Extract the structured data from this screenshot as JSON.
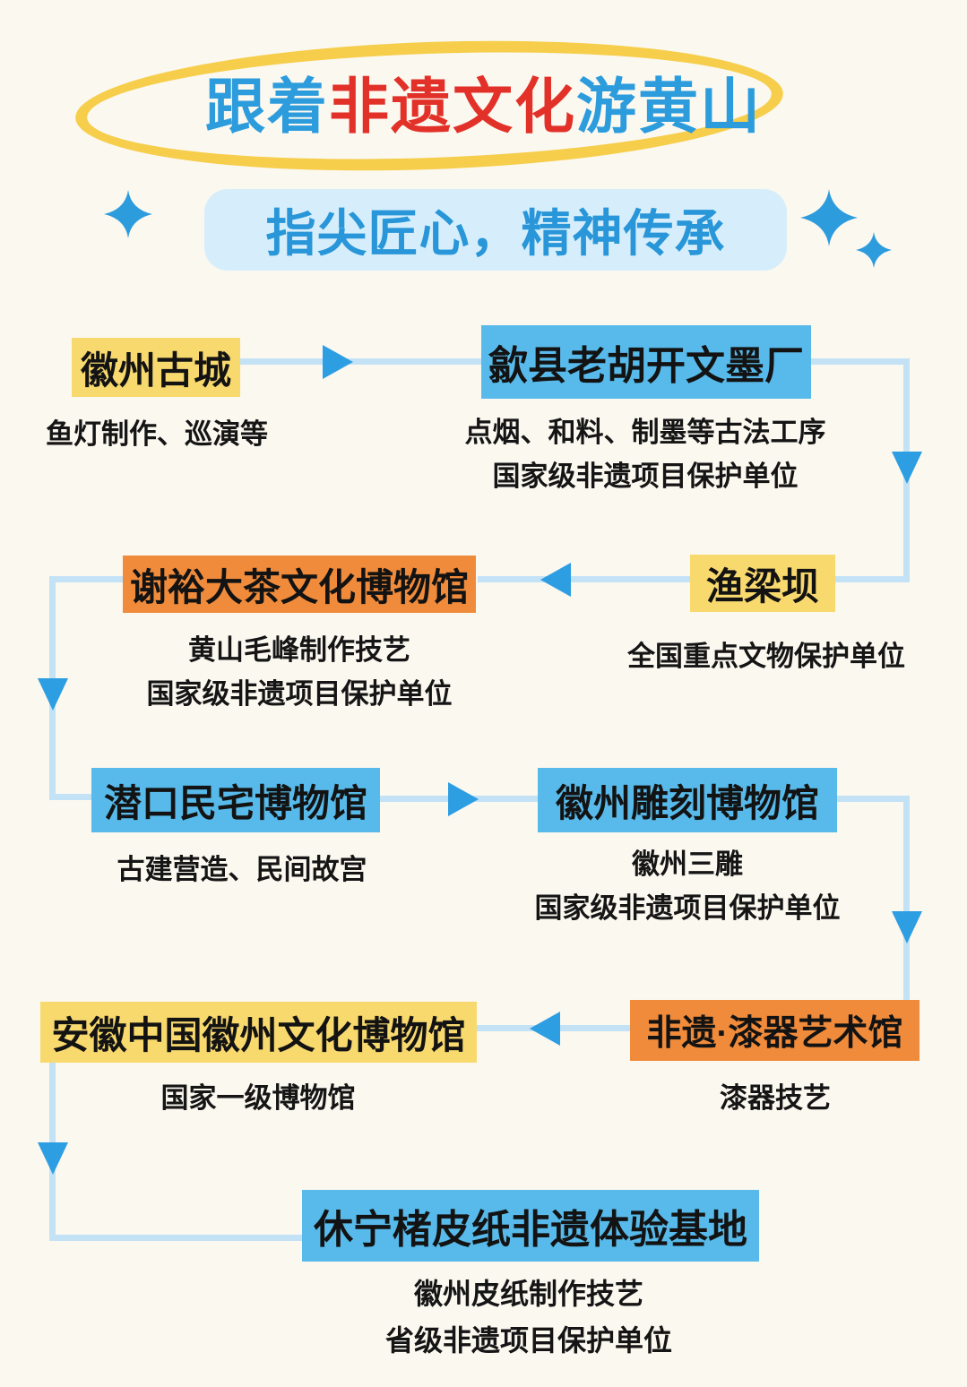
{
  "poster": {
    "title": {
      "segments": [
        {
          "text": "跟着",
          "color": "#2D9CDD"
        },
        {
          "text": "非遗文化",
          "color": "#E23128"
        },
        {
          "text": "游黄山",
          "color": "#2D9CDD"
        }
      ],
      "full_text": "跟着非遗文化游黄山"
    },
    "subtitle": "指尖匠心，精神传承"
  },
  "colors": {
    "background": "#FBF8F0",
    "title_blue": "#2D9CDD",
    "title_red": "#E23128",
    "ring_yellow": "#F6CE4B",
    "subtitle_bg": "#D6EEFB",
    "box_yellow": "#F8D96E",
    "box_blue": "#57BAEA",
    "box_orange": "#F08B3B",
    "connector_line": "#C3E2F6",
    "arrowhead": "#2E9EE3",
    "text_dark": "#151515"
  },
  "route": {
    "stops": [
      {
        "name": "徽州古城",
        "style": "yellow",
        "captions": [
          "鱼灯制作、巡演等"
        ]
      },
      {
        "name": "歙县老胡开文墨厂",
        "style": "blue",
        "captions": [
          "点烟、和料、制墨等古法工序",
          "国家级非遗项目保护单位"
        ]
      },
      {
        "name": "渔梁坝",
        "style": "yellow",
        "captions": [
          "全国重点文物保护单位"
        ]
      },
      {
        "name": "谢裕大茶文化博物馆",
        "style": "orange",
        "captions": [
          "黄山毛峰制作技艺",
          "国家级非遗项目保护单位"
        ]
      },
      {
        "name": "潜口民宅博物馆",
        "style": "blue",
        "captions": [
          "古建营造、民间故宫"
        ]
      },
      {
        "name": "徽州雕刻博物馆",
        "style": "blue",
        "captions": [
          "徽州三雕",
          "国家级非遗项目保护单位"
        ]
      },
      {
        "name": "非遗·漆器艺术馆",
        "style": "orange",
        "captions": [
          "漆器技艺"
        ]
      },
      {
        "name": "安徽中国徽州文化博物馆",
        "style": "yellow",
        "captions": [
          "国家一级博物馆"
        ]
      },
      {
        "name": "休宁楮皮纸非遗体验基地",
        "style": "blue",
        "captions": [
          "徽州皮纸制作技艺",
          "省级非遗项目保护单位"
        ]
      }
    ]
  }
}
